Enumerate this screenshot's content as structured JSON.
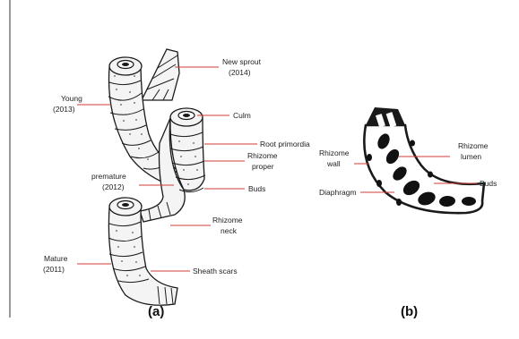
{
  "panel_a": {
    "caption": "(a)",
    "labels": {
      "new_sprout_line1": "New sprout",
      "new_sprout_line2": "(2014)",
      "young_line1": "Young",
      "young_line2": "(2013)",
      "culm": "Culm",
      "root_primordia": "Root primordia",
      "rhizome_proper_line1": "Rhizome",
      "rhizome_proper_line2": "proper",
      "premature_line1": "premature",
      "premature_line2": "(2012)",
      "buds": "Buds",
      "rhizome_neck_line1": "Rhizome",
      "rhizome_neck_line2": "neck",
      "mature_line1": "Mature",
      "mature_line2": "(2011)",
      "sheath_scars": "Sheath scars"
    }
  },
  "panel_b": {
    "caption": "(b)",
    "labels": {
      "rhizome_wall_line1": "Rhizome",
      "rhizome_wall_line2": "wall",
      "rhizome_lumen_line1": "Rhizome",
      "rhizome_lumen_line2": "lumen",
      "buds": "Buds",
      "diaphragm": "Diaphragm"
    }
  },
  "colors": {
    "leader_line": "#d23a3a",
    "outline": "#1a1a1a"
  }
}
